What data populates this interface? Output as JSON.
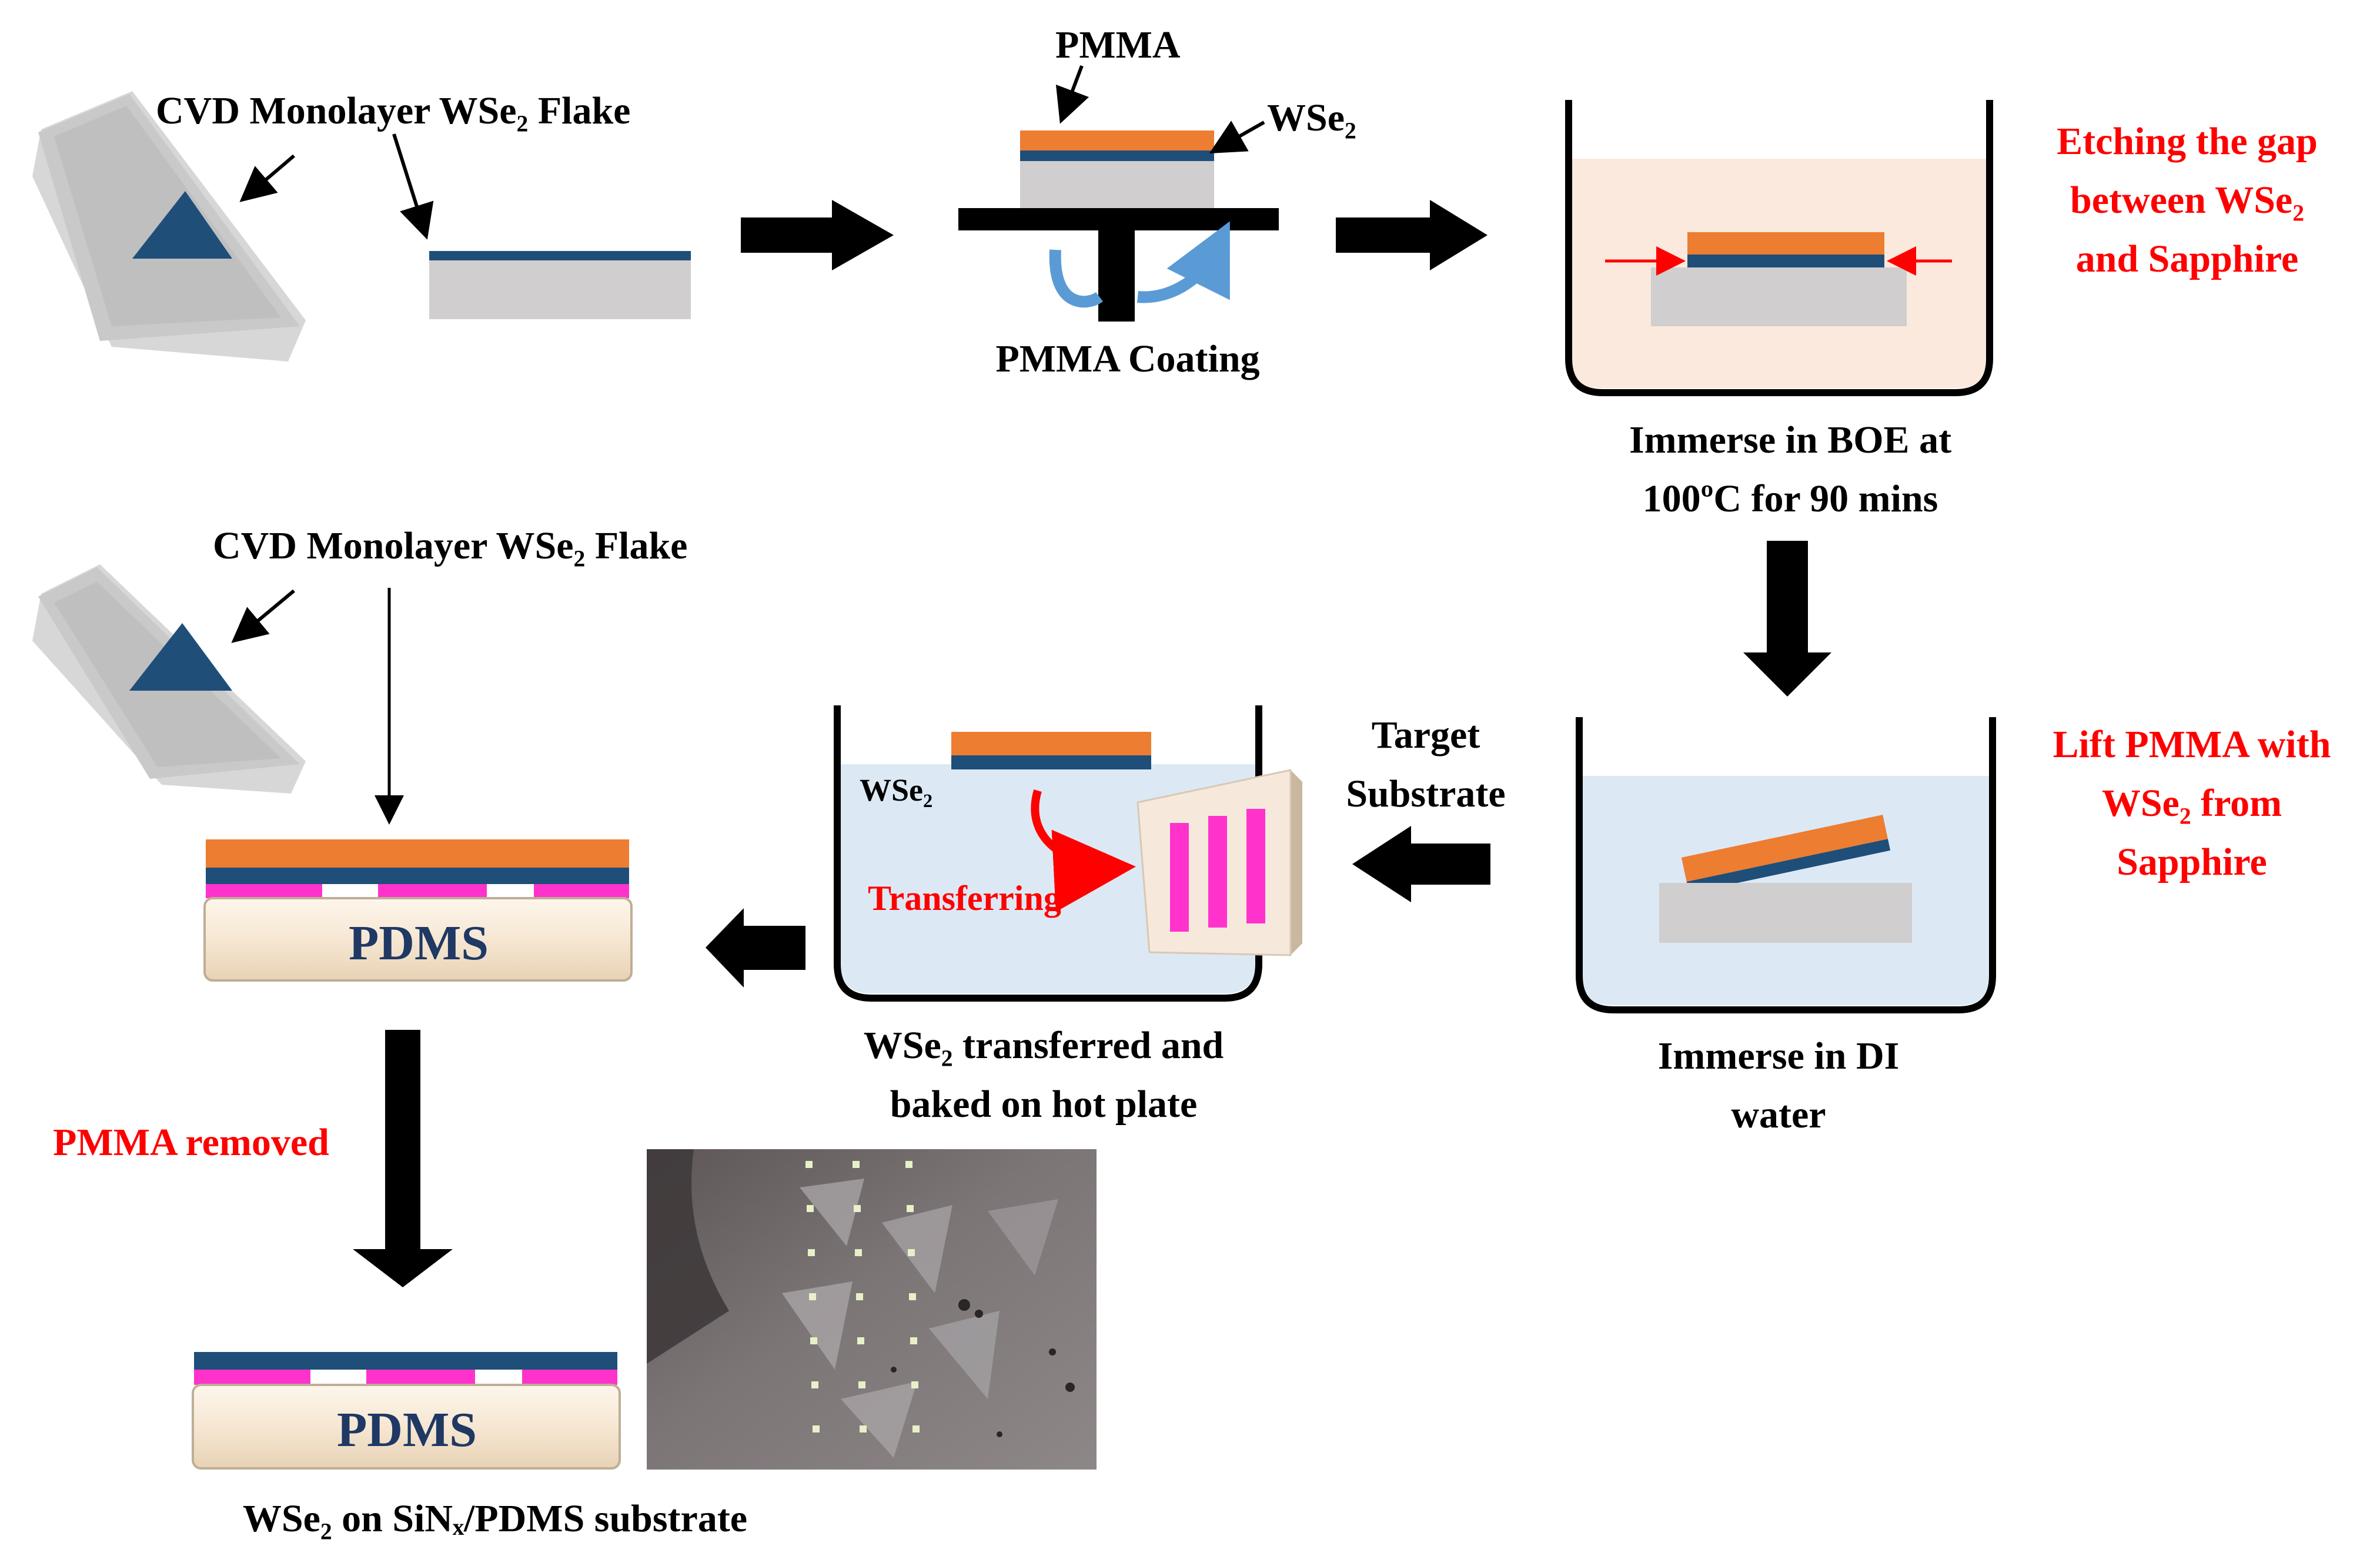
{
  "labels": {
    "cvd_top": "CVD Monolayer WSe₂ Flake",
    "cvd_bottom": "CVD Monolayer WSe₂ Flake",
    "pmma": "PMMA",
    "wse2_spin": "WSe₂",
    "pmma_coating": "PMMA Coating",
    "etch_note": [
      "Etching the gap",
      "between WSe₂",
      "and Sapphire"
    ],
    "boe_caption": [
      "Immerse in BOE at",
      "100ºC for 90 mins"
    ],
    "lift_note": [
      "Lift PMMA with",
      "WSe₂ from",
      "Sapphire"
    ],
    "di_caption": [
      "Immerse in DI",
      "water"
    ],
    "target": [
      "Target",
      "Substrate"
    ],
    "wse2_beaker": "WSe₂",
    "transferring": "Transferring",
    "transfer_caption": [
      "WSe₂ transferred and",
      "baked on hot plate"
    ],
    "pdms_top": "PDMS",
    "pmma_removed": "PMMA removed",
    "pdms_bottom": "PDMS",
    "final_caption": "WSe₂ on SiNₓ/PDMS substrate"
  },
  "colors": {
    "pmma": "#ed7d31",
    "wse2": "#1f4e79",
    "substrate": "#d0cece",
    "sin": "#ff33cc",
    "boe_liquid": "#fbe9dd",
    "di_liquid": "#dce9f5",
    "pdms": "#f6e7d3",
    "annotation": "#ff0000",
    "arrow": "#000000"
  }
}
